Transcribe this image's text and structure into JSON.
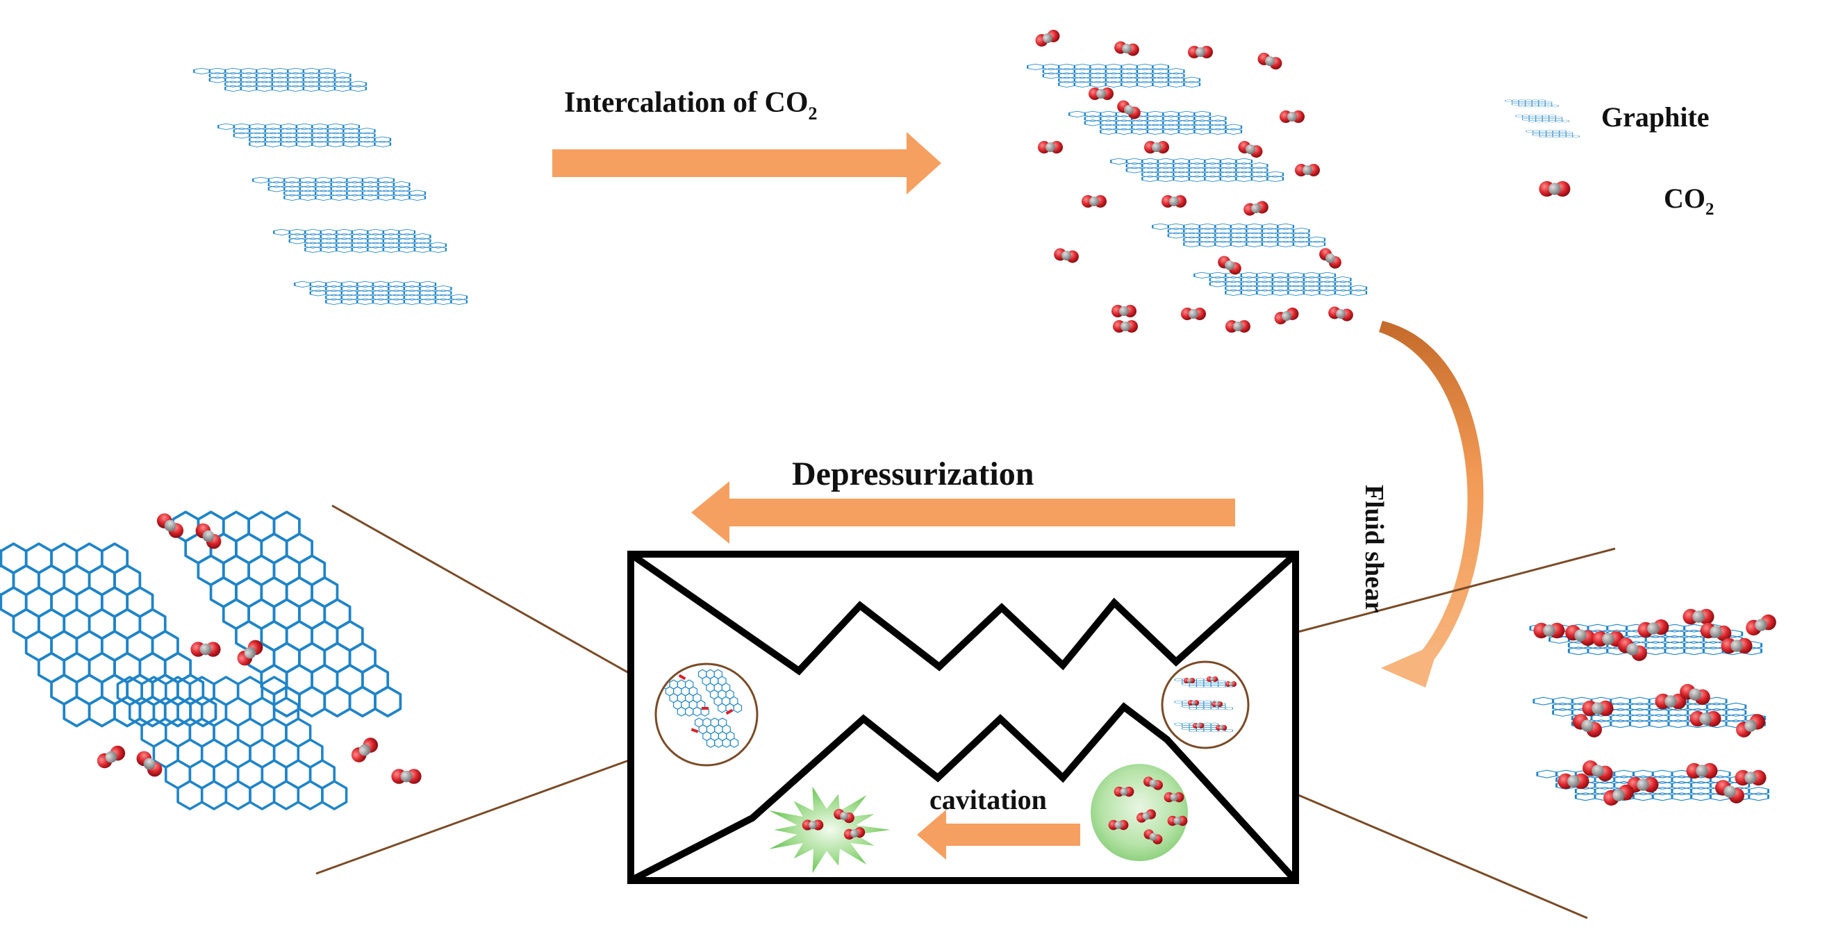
{
  "arrows": {
    "intercalation_label": "Intercalation of CO",
    "intercalation_sub": "2",
    "depressurization_label": "Depressurization",
    "fluid_shear_label": "Fluid shear",
    "cavitation_label": "cavitation"
  },
  "legend": {
    "graphite_label": "Graphite",
    "co2_label": "CO",
    "co2_sub": "2"
  },
  "colors": {
    "arrow_orange": "#f5a060",
    "hex_blue": "#1e84c8",
    "co2_red": "#d8232a",
    "co2_gray": "#9a9a9a",
    "bubble_green": "#8fd17f",
    "burst_green": "#5fc14a",
    "leader_brown": "#7a4a26"
  }
}
